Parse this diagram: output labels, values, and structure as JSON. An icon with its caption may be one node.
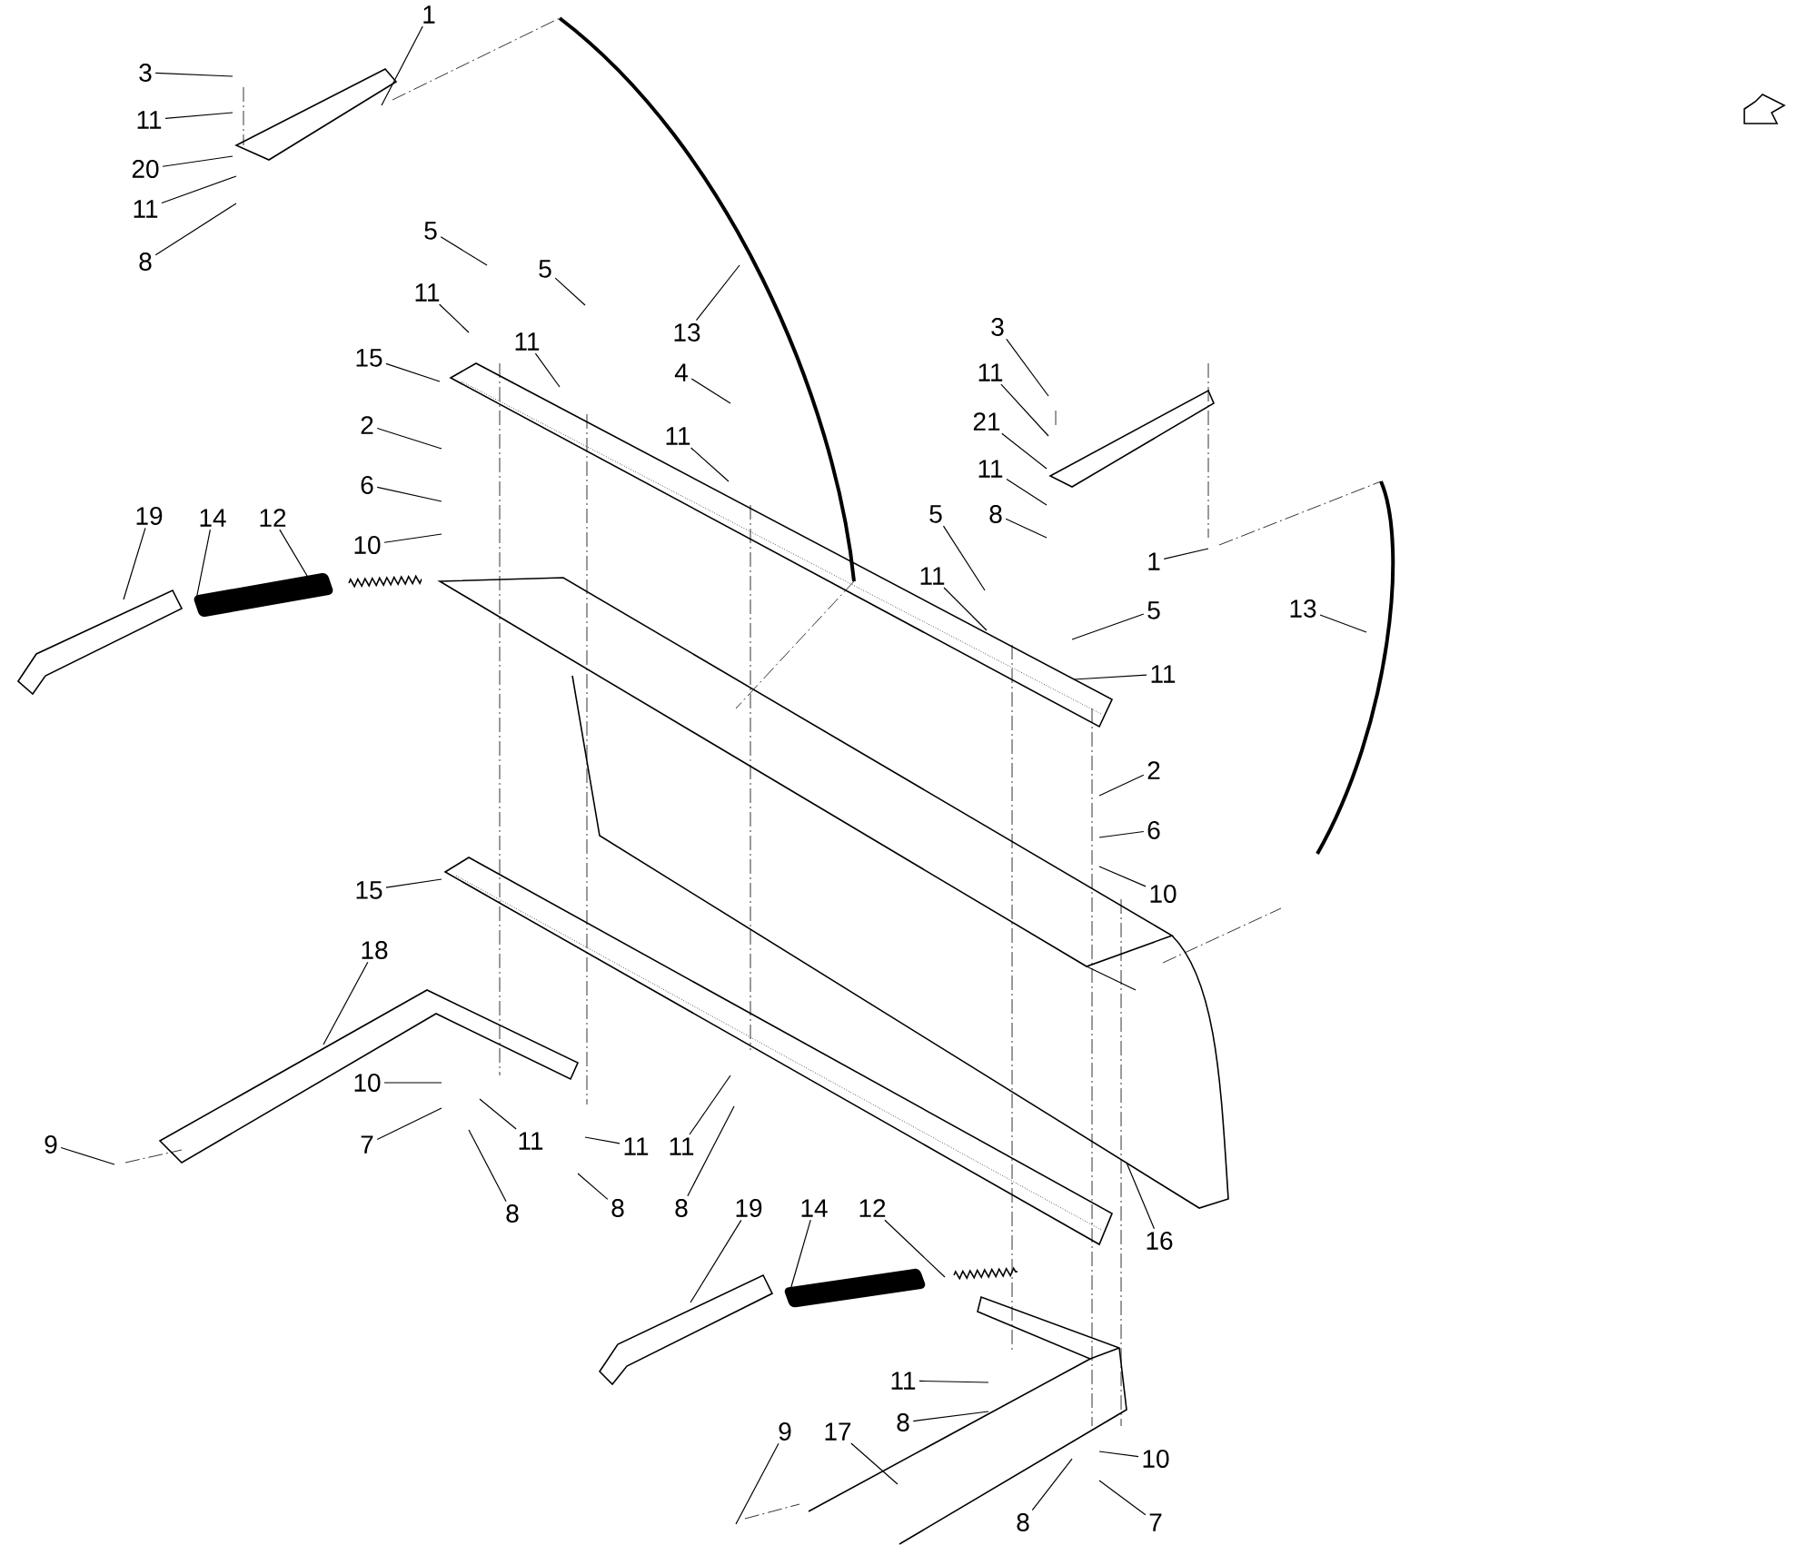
{
  "diagram": {
    "nodes": [
      {
        "text": [
          "1"
        ]
      },
      {
        "text": [
          "3"
        ]
      },
      {
        "text": [
          "11"
        ]
      },
      {
        "text": [
          "20"
        ]
      },
      {
        "text": [
          "11"
        ]
      },
      {
        "text": [
          "8"
        ]
      },
      {
        "text": [
          "5"
        ]
      },
      {
        "text": [
          "11"
        ]
      },
      {
        "text": [
          "5"
        ]
      },
      {
        "text": [
          "11"
        ]
      },
      {
        "text": [
          "15"
        ]
      },
      {
        "text": [
          "13"
        ]
      },
      {
        "text": [
          "4"
        ]
      },
      {
        "text": [
          "11"
        ]
      },
      {
        "text": [
          "2"
        ]
      },
      {
        "text": [
          "6"
        ]
      },
      {
        "text": [
          "10"
        ]
      },
      {
        "text": [
          "19"
        ]
      },
      {
        "text": [
          "14"
        ]
      },
      {
        "text": [
          "12"
        ]
      },
      {
        "text": [
          "3"
        ]
      },
      {
        "text": [
          "11"
        ]
      },
      {
        "text": [
          "21"
        ]
      },
      {
        "text": [
          "11"
        ]
      },
      {
        "text": [
          "8"
        ]
      },
      {
        "text": [
          "1"
        ]
      },
      {
        "text": [
          "13"
        ]
      },
      {
        "text": [
          "5"
        ]
      },
      {
        "text": [
          "11"
        ]
      },
      {
        "text": [
          "5"
        ]
      },
      {
        "text": [
          "11"
        ]
      },
      {
        "text": [
          "2"
        ]
      },
      {
        "text": [
          "6"
        ]
      },
      {
        "text": [
          "10"
        ]
      },
      {
        "text": [
          "15"
        ]
      },
      {
        "text": [
          "18"
        ]
      },
      {
        "text": [
          "10"
        ]
      },
      {
        "text": [
          "7"
        ]
      },
      {
        "text": [
          "9"
        ]
      },
      {
        "text": [
          "11"
        ]
      },
      {
        "text": [
          "8"
        ]
      },
      {
        "text": [
          "11"
        ]
      },
      {
        "text": [
          "8"
        ]
      },
      {
        "text": [
          "11"
        ]
      },
      {
        "text": [
          "8"
        ]
      },
      {
        "text": [
          "16"
        ]
      },
      {
        "text": [
          "19"
        ]
      },
      {
        "text": [
          "14"
        ]
      },
      {
        "text": [
          "12"
        ]
      },
      {
        "text": [
          "11"
        ]
      },
      {
        "text": [
          "8"
        ]
      },
      {
        "text": [
          "9"
        ]
      },
      {
        "text": [
          "17"
        ]
      },
      {
        "text": [
          "8"
        ]
      },
      {
        "text": [
          "10"
        ]
      },
      {
        "text": [
          "7"
        ]
      }
    ],
    "edges": [
      {
        "from": 0,
        "to": null,
        "arrow": "none"
      },
      {
        "from": 1,
        "to": null,
        "arrow": "none"
      },
      {
        "from": 2,
        "to": null,
        "arrow": "none"
      },
      {
        "from": 3,
        "to": null,
        "arrow": "none"
      },
      {
        "from": 4,
        "to": null,
        "arrow": "none"
      },
      {
        "from": 5,
        "to": null,
        "arrow": "none"
      },
      {
        "from": 6,
        "to": null,
        "arrow": "none"
      },
      {
        "from": 7,
        "to": null,
        "arrow": "none"
      },
      {
        "from": 8,
        "to": null,
        "arrow": "none"
      },
      {
        "from": 9,
        "to": null,
        "arrow": "none"
      },
      {
        "from": 10,
        "to": null,
        "arrow": "none"
      },
      {
        "from": 11,
        "to": null,
        "arrow": "none"
      },
      {
        "from": 12,
        "to": null,
        "arrow": "none"
      },
      {
        "from": 13,
        "to": null,
        "arrow": "none"
      },
      {
        "from": 14,
        "to": null,
        "arrow": "none"
      },
      {
        "from": 15,
        "to": null,
        "arrow": "none"
      },
      {
        "from": 16,
        "to": null,
        "arrow": "none"
      },
      {
        "from": 17,
        "to": null,
        "arrow": "none"
      },
      {
        "from": 18,
        "to": null,
        "arrow": "none"
      },
      {
        "from": 19,
        "to": null,
        "arrow": "none"
      },
      {
        "from": 20,
        "to": null,
        "arrow": "none"
      },
      {
        "from": 21,
        "to": null,
        "arrow": "none"
      },
      {
        "from": 22,
        "to": null,
        "arrow": "none"
      },
      {
        "from": 23,
        "to": null,
        "arrow": "none"
      },
      {
        "from": 24,
        "to": null,
        "arrow": "none"
      },
      {
        "from": 25,
        "to": null,
        "arrow": "none"
      },
      {
        "from": 26,
        "to": null,
        "arrow": "none"
      },
      {
        "from": 27,
        "to": null,
        "arrow": "none"
      },
      {
        "from": 28,
        "to": null,
        "arrow": "none"
      },
      {
        "from": 29,
        "to": null,
        "arrow": "none"
      },
      {
        "from": 30,
        "to": null,
        "arrow": "none"
      },
      {
        "from": 31,
        "to": null,
        "arrow": "none"
      },
      {
        "from": 32,
        "to": null,
        "arrow": "none"
      },
      {
        "from": 33,
        "to": null,
        "arrow": "none"
      },
      {
        "from": 34,
        "to": null,
        "arrow": "none"
      },
      {
        "from": 35,
        "to": null,
        "arrow": "none"
      },
      {
        "from": 36,
        "to": null,
        "arrow": "none"
      },
      {
        "from": 37,
        "to": null,
        "arrow": "none"
      },
      {
        "from": 38,
        "to": null,
        "arrow": "none"
      },
      {
        "from": 39,
        "to": null,
        "arrow": "none"
      },
      {
        "from": 40,
        "to": null,
        "arrow": "none"
      },
      {
        "from": 41,
        "to": null,
        "arrow": "none"
      },
      {
        "from": 42,
        "to": null,
        "arrow": "none"
      },
      {
        "from": 43,
        "to": null,
        "arrow": "none"
      },
      {
        "from": 44,
        "to": null,
        "arrow": "none"
      },
      {
        "from": 45,
        "to": null,
        "arrow": "none"
      },
      {
        "from": 46,
        "to": null,
        "arrow": "none"
      },
      {
        "from": 47,
        "to": null,
        "arrow": "none"
      },
      {
        "from": 48,
        "to": null,
        "arrow": "none"
      },
      {
        "from": 49,
        "to": null,
        "arrow": "none"
      },
      {
        "from": 50,
        "to": null,
        "arrow": "none"
      },
      {
        "from": 51,
        "to": null,
        "arrow": "none"
      },
      {
        "from": 52,
        "to": null,
        "arrow": "none"
      },
      {
        "from": 53,
        "to": null,
        "arrow": "none"
      },
      {
        "from": 54,
        "to": null,
        "arrow": "none"
      },
      {
        "from": 55,
        "to": null,
        "arrow": "none"
      }
    ]
  }
}
